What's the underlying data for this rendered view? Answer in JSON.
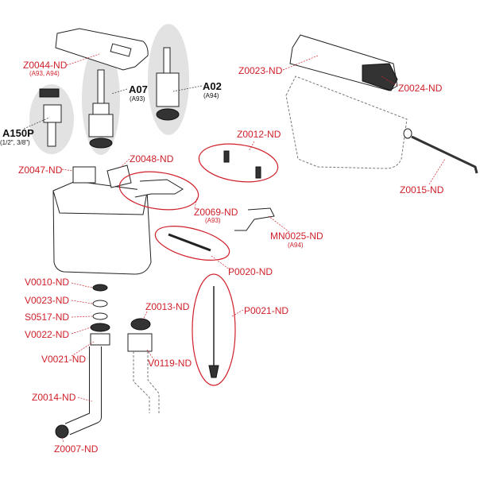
{
  "colors": {
    "label": "#d0202a",
    "bold_label": "#111111",
    "highlight_bg": "#e2e2e2"
  },
  "labels": {
    "z0044": {
      "code": "Z0044-ND",
      "note": "(A93, A94)"
    },
    "a150p": {
      "code": "A150P",
      "note": "(1/2\", 3/8\")"
    },
    "a07": {
      "code": "A07",
      "note": "(A93)"
    },
    "a02": {
      "code": "A02",
      "note": "(A94)"
    },
    "z0023": {
      "code": "Z0023-ND"
    },
    "z0024": {
      "code": "Z0024-ND"
    },
    "z0012": {
      "code": "Z0012-ND"
    },
    "z0015": {
      "code": "Z0015-ND"
    },
    "z0047": {
      "code": "Z0047-ND"
    },
    "z0048": {
      "code": "Z0048-ND"
    },
    "z0069": {
      "code": "Z0069-ND",
      "note": "(A93)"
    },
    "mn0025": {
      "code": "MN0025-ND",
      "note": "(A94)"
    },
    "p0020": {
      "code": "P0020-ND"
    },
    "v0010": {
      "code": "V0010-ND"
    },
    "v0023": {
      "code": "V0023-ND"
    },
    "s0517": {
      "code": "S0517-ND"
    },
    "v0022": {
      "code": "V0022-ND"
    },
    "v0021": {
      "code": "V0021-ND"
    },
    "z0013": {
      "code": "Z0013-ND"
    },
    "p0021": {
      "code": "P0021-ND"
    },
    "v0119": {
      "code": "V0119-ND"
    },
    "z0014": {
      "code": "Z0014-ND"
    },
    "z0007": {
      "code": "Z0007-ND"
    }
  }
}
